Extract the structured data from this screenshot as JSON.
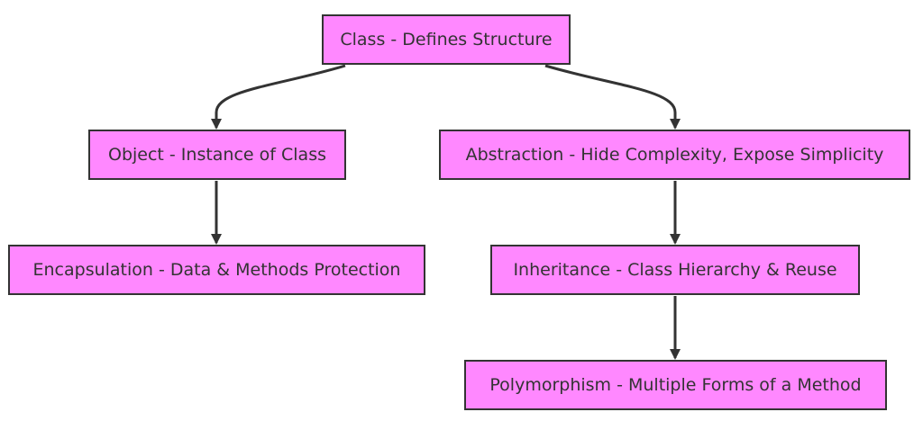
{
  "diagram": {
    "colors": {
      "node_fill": "#ff88ff",
      "node_border": "#333333",
      "edge": "#333333",
      "text": "#333333"
    },
    "nodes": {
      "class": "Class - Defines Structure",
      "object": "Object - Instance of Class",
      "abstraction": "Abstraction - Hide Complexity, Expose Simplicity",
      "encapsulation": "Encapsulation - Data & Methods Protection",
      "inheritance": "Inheritance - Class Hierarchy & Reuse",
      "polymorphism": "Polymorphism - Multiple Forms of a Method"
    },
    "edges": [
      {
        "from": "class",
        "to": "object"
      },
      {
        "from": "class",
        "to": "abstraction"
      },
      {
        "from": "object",
        "to": "encapsulation"
      },
      {
        "from": "abstraction",
        "to": "inheritance"
      },
      {
        "from": "inheritance",
        "to": "polymorphism"
      }
    ]
  }
}
